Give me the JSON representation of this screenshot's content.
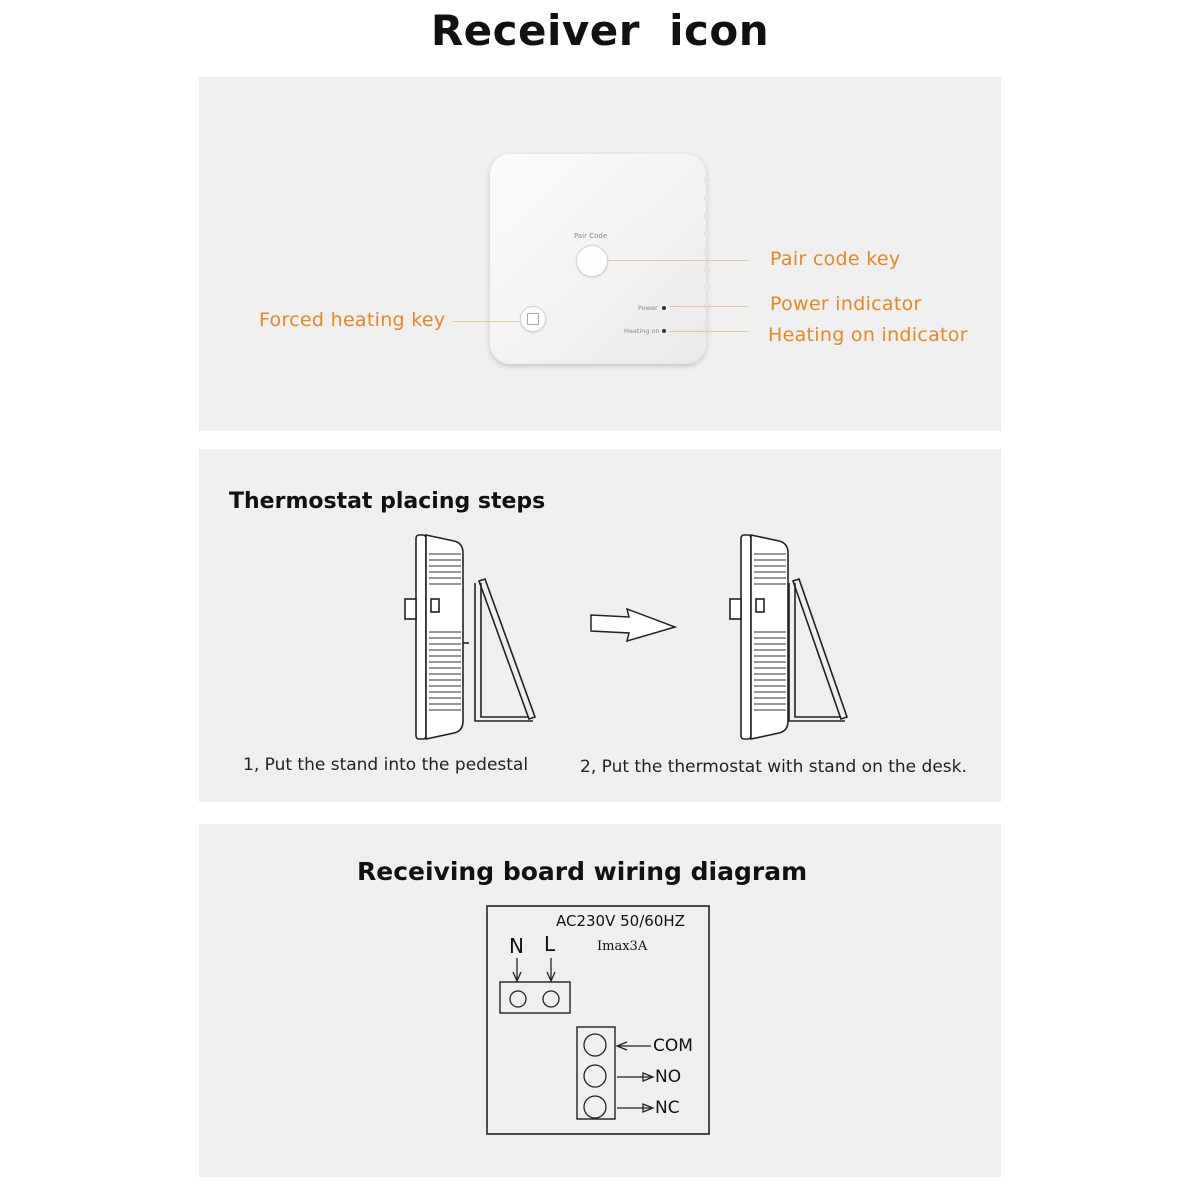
{
  "title": "Receiver icon",
  "receiver": {
    "device_labels": {
      "pair_code": "Pair Code",
      "power": "Power",
      "heating_on": "Heating on"
    },
    "callouts": {
      "pair_code_key": "Pair code key",
      "power_indicator": "Power indicator",
      "heating_on_indicator": "Heating on indicator",
      "forced_heating_key": "Forced heating key"
    },
    "accent_color": "#e38a22"
  },
  "placing": {
    "title": "Thermostat placing steps",
    "step1": "1, Put the stand into the pedestal",
    "step2": "2, Put the thermostat with stand on the desk."
  },
  "wiring": {
    "title": "Receiving board wiring diagram",
    "voltage": "AC230V 50/60HZ",
    "current": "Imax3A",
    "terminal_n": "N",
    "terminal_l": "L",
    "com": "COM",
    "no": "NO",
    "nc": "NC"
  }
}
